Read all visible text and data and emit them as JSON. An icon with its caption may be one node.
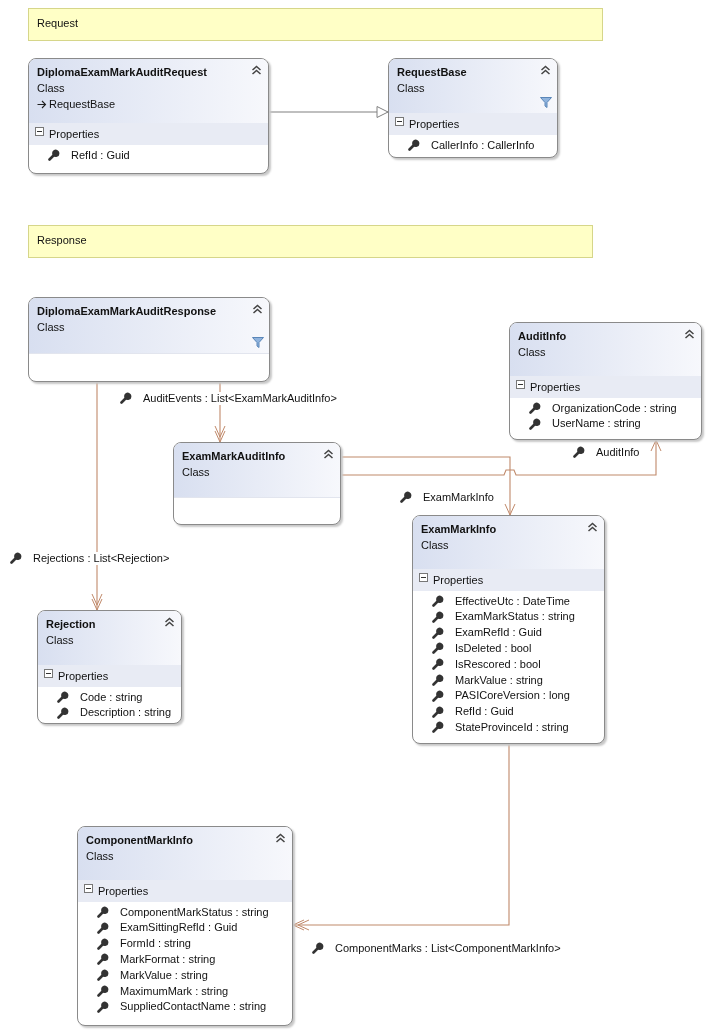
{
  "diagram": {
    "nodes": [
      {
        "text": [
          "Request"
        ]
      },
      {
        "text": [
          "DiplomaExamMarkAuditRequest",
          "Class",
          "RequestBase",
          "Properties",
          "RefId : Guid"
        ]
      },
      {
        "text": [
          "RequestBase",
          "Class",
          "Properties",
          "CallerInfo : CallerInfo"
        ]
      },
      {
        "text": [
          "Response"
        ]
      },
      {
        "text": [
          "DiplomaExamMarkAuditResponse",
          "Class"
        ]
      },
      {
        "text": [
          "AuditInfo",
          "Class",
          "Properties",
          "OrganizationCode : string",
          "UserName : string"
        ]
      },
      {
        "text": [
          "ExamMarkAuditInfo",
          "Class"
        ]
      },
      {
        "text": [
          "ExamMarkInfo",
          "Class",
          "Properties",
          "EffectiveUtc : DateTime",
          "ExamMarkStatus : string",
          "ExamRefId : Guid",
          "IsDeleted : bool",
          "IsRescored : bool",
          "MarkValue : string",
          "PASICoreVersion : long",
          "RefId : Guid",
          "StateProvinceId : string"
        ]
      },
      {
        "text": [
          "Rejection",
          "Class",
          "Properties",
          "Code : string",
          "Description : string"
        ]
      },
      {
        "text": [
          "ComponentMarkInfo",
          "Class",
          "Properties",
          "ComponentMarkStatus : string",
          "ExamSittingRefId : Guid",
          "FormId : string",
          "MarkFormat : string",
          "MarkValue : string",
          "MaximumMark : string",
          "SuppliedContactName : string"
        ]
      }
    ],
    "edges": [
      {
        "from": 1,
        "to": 2,
        "arrow": "to",
        "color": "#808080"
      },
      {
        "from": 4,
        "to": 6,
        "arrow": "to",
        "label": "AuditEvents : List<ExamMarkAuditInfo>"
      },
      {
        "from": 4,
        "to": 8,
        "arrow": "to",
        "label": "Rejections : List<Rejection>"
      },
      {
        "from": 6,
        "to": 5,
        "arrow": "to",
        "label": "AuditInfo"
      },
      {
        "from": 6,
        "to": 7,
        "arrow": "to",
        "label": "ExamMarkInfo"
      },
      {
        "from": 7,
        "to": 9,
        "arrow": "to",
        "label": "ComponentMarks : List<ComponentMarkInfo>"
      }
    ]
  }
}
